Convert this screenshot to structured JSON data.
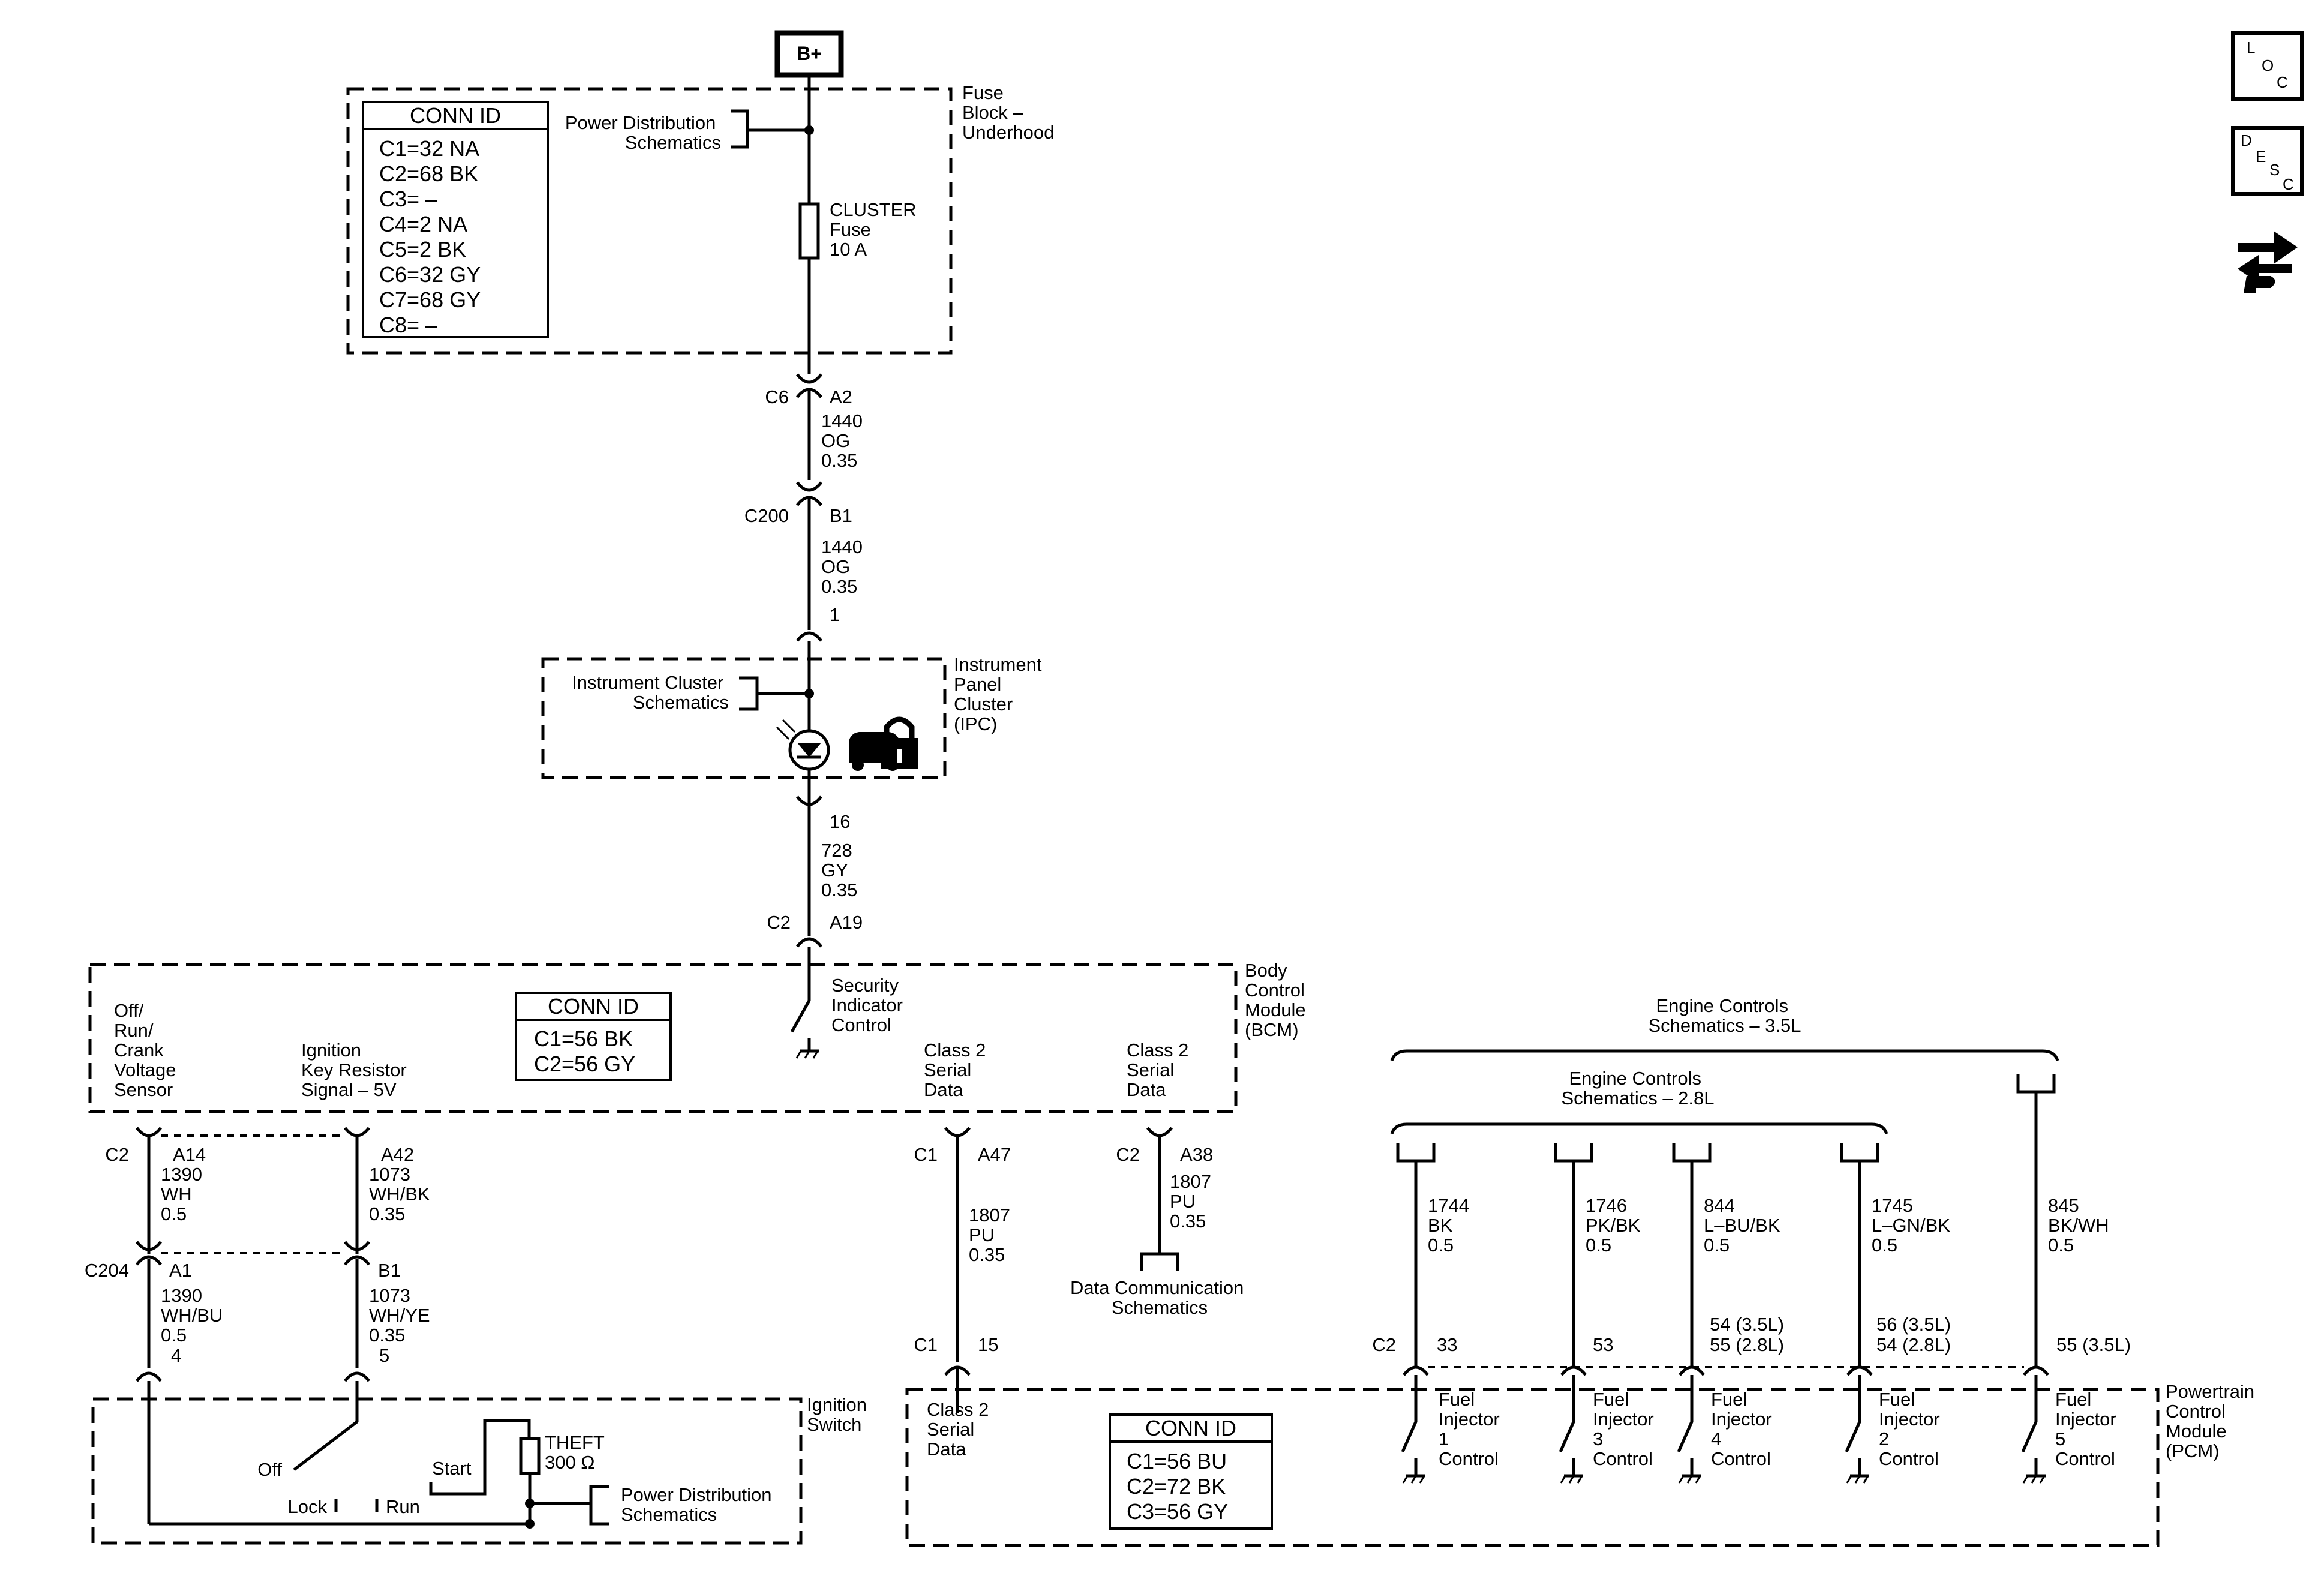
{
  "power_source": "B+",
  "fuse_block": {
    "name_lines": [
      "Fuse",
      "Block –",
      "Underhood"
    ],
    "ref_lines": [
      "Power Distribution",
      "Schematics"
    ],
    "fuse_lines": [
      "CLUSTER",
      "Fuse",
      "10 A"
    ],
    "conn_title": "CONN ID",
    "conn_items": [
      "C1=32 NA",
      "C2=68 BK",
      "C3= –",
      "C4=2 NA",
      "C5=2 BK",
      "C6=32 GY",
      "C7=68 GY",
      "C8= –"
    ]
  },
  "main_wire": {
    "conn1": {
      "left": "C6",
      "right": "A2"
    },
    "wire1": [
      "1440",
      "OG",
      "0.35"
    ],
    "conn2": {
      "left": "C200",
      "right": "B1"
    },
    "wire2": [
      "1440",
      "OG",
      "0.35"
    ],
    "ipc_pin_in": "1",
    "ipc_pin_out": "16",
    "wire3": [
      "728",
      "GY",
      "0.35"
    ],
    "conn3": {
      "left": "C2",
      "right": "A19"
    }
  },
  "ipc": {
    "name_lines": [
      "Instrument",
      "Panel",
      "Cluster",
      "(IPC)"
    ],
    "ref_lines": [
      "Instrument Cluster",
      "Schematics"
    ]
  },
  "bcm": {
    "name_lines": [
      "Body",
      "Control",
      "Module",
      "(BCM)"
    ],
    "conn_title": "CONN ID",
    "conn_items": [
      "C1=56 BK",
      "C2=56 GY"
    ],
    "security_lines": [
      "Security",
      "Indicator",
      "Control"
    ],
    "orc_lines": [
      "Off/",
      "Run/",
      "Crank",
      "Voltage",
      "Sensor"
    ],
    "ikr_lines": [
      "Ignition",
      "Key Resistor",
      "Signal – 5V"
    ],
    "class2a_lines": [
      "Class 2",
      "Serial",
      "Data"
    ],
    "class2b_lines": [
      "Class 2",
      "Serial",
      "Data"
    ]
  },
  "left_wires": {
    "conn_c2": "C2",
    "a14": "A14",
    "wire_a": [
      "1390",
      "WH",
      "0.5"
    ],
    "a42": "A42",
    "wire_b": [
      "1073",
      "WH/BK",
      "0.35"
    ],
    "conn_c204": "C204",
    "a1": "A1",
    "b1": "B1",
    "wire_c": [
      "1390",
      "WH/BU",
      "0.5"
    ],
    "pin_4": "4",
    "wire_d": [
      "1073",
      "WH/YE",
      "0.35"
    ],
    "pin_5": "5"
  },
  "ignition_switch": {
    "name_lines": [
      "Ignition",
      "Switch"
    ],
    "off": "Off",
    "lock": "Lock",
    "run": "Run",
    "start": "Start",
    "theft_lines": [
      "THEFT",
      "300 Ω"
    ],
    "ref_lines": [
      "Power Distribution",
      "Schematics"
    ]
  },
  "class2_wire": {
    "c1_top": "C1",
    "a47": "A47",
    "wire": [
      "1807",
      "PU",
      "0.35"
    ],
    "c1_bottom": "C1",
    "pin_15": "15"
  },
  "data_comm": {
    "c2": "C2",
    "a38": "A38",
    "wire": [
      "1807",
      "PU",
      "0.35"
    ],
    "ref_lines": [
      "Data Communication",
      "Schematics"
    ]
  },
  "engine_controls": {
    "ref_35_lines": [
      "Engine Controls",
      "Schematics – 3.5L"
    ],
    "ref_28_lines": [
      "Engine Controls",
      "Schematics – 2.8L"
    ],
    "injector_wires": [
      {
        "lines": [
          "1744",
          "BK",
          "0.5"
        ],
        "pin": [
          "33"
        ]
      },
      {
        "lines": [
          "1746",
          "PK/BK",
          "0.5"
        ],
        "pin": [
          "53"
        ]
      },
      {
        "lines": [
          "844",
          "L–BU/BK",
          "0.5"
        ],
        "pin": [
          "54 (3.5L)",
          "55 (2.8L)"
        ]
      },
      {
        "lines": [
          "1745",
          "L–GN/BK",
          "0.5"
        ],
        "pin": [
          "56 (3.5L)",
          "54 (2.8L)"
        ]
      },
      {
        "lines": [
          "845",
          "BK/WH",
          "0.5"
        ],
        "pin": [
          "55 (3.5L)"
        ]
      }
    ],
    "pcm_conn": "C2"
  },
  "pcm": {
    "name_lines": [
      "Powertrain",
      "Control",
      "Module",
      "(PCM)"
    ],
    "class2_lines": [
      "Class 2",
      "Serial",
      "Data"
    ],
    "conn_title": "CONN ID",
    "conn_items": [
      "C1=56 BU",
      "C2=72 BK",
      "C3=56 GY"
    ],
    "injectors": [
      [
        "Fuel",
        "Injector",
        "1",
        "Control"
      ],
      [
        "Fuel",
        "Injector",
        "3",
        "Control"
      ],
      [
        "Fuel",
        "Injector",
        "4",
        "Control"
      ],
      [
        "Fuel",
        "Injector",
        "2",
        "Control"
      ],
      [
        "Fuel",
        "Injector",
        "5",
        "Control"
      ]
    ]
  },
  "side_icons": {
    "loc": [
      "L",
      "O",
      "C"
    ],
    "desc": [
      "D",
      "E",
      "S",
      "C"
    ]
  }
}
